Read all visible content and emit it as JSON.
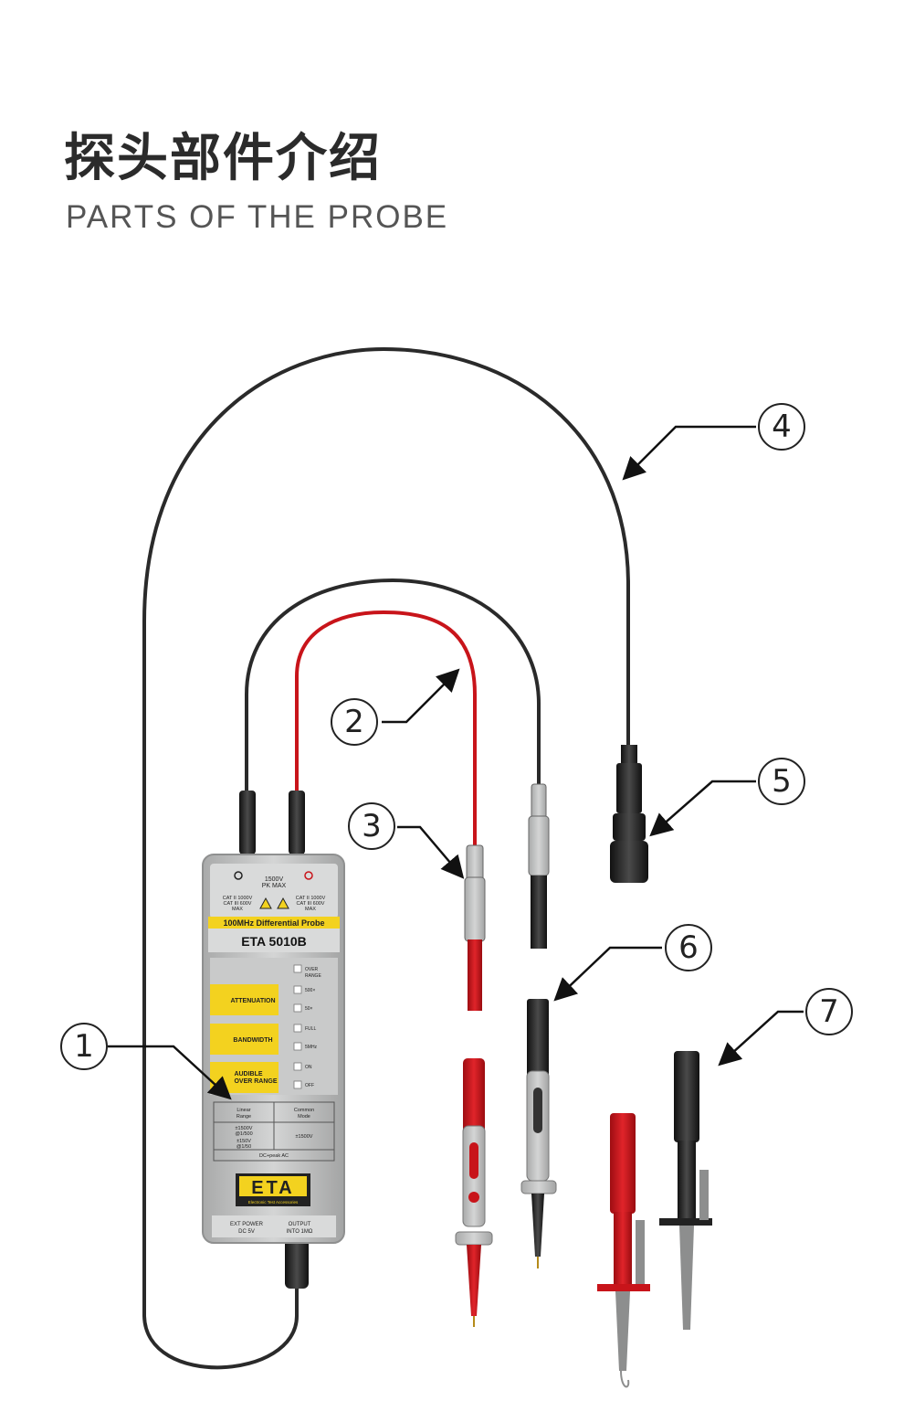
{
  "header": {
    "title_cn": "探头部件介绍",
    "title_en": "PARTS OF THE PROBE"
  },
  "callouts": [
    "1",
    "2",
    "3",
    "4",
    "5",
    "6",
    "7"
  ],
  "device": {
    "top_rating": "1500V",
    "top_rating_sub": "PK MAX",
    "cat_left": "CAT II 1000V",
    "cat_left2": "CAT III 600V",
    "cat_left3": "MAX",
    "cat_right": "CAT II 1000V",
    "cat_right2": "CAT III 600V",
    "cat_right3": "MAX",
    "model_desc": "100MHz Differential Probe",
    "model": "ETA 5010B",
    "switch_labels": [
      "ATTENUATION",
      "BANDWIDTH",
      "AUDIBLE",
      "OVER RANGE"
    ],
    "indicators": [
      "OVER",
      "RANGE",
      "500×",
      "50×",
      "FULL",
      "5MHz",
      "ON",
      "OFF"
    ],
    "table_head_left": "Linear",
    "table_head_left2": "Range",
    "table_head_right": "Common",
    "table_head_right2": "Mode",
    "row1_left": "±1500V",
    "row1_left2": "@1/500",
    "row2_left": "±150V",
    "row2_left2": "@1/50",
    "common_value": "±1500V",
    "table_footer": "DC+peak AC",
    "brand": "ETA",
    "brand_sub": "Electronic Test Accessories",
    "port_left": "EXT POWER",
    "port_left2": "DC 5V",
    "port_right": "OUTPUT",
    "port_right2": "INTO 1MΩ"
  },
  "colors": {
    "red": "#c8141a",
    "black_cable": "#2a2a2a",
    "gray_body": "#bfc0c0",
    "yellow_panel": "#f3d21f"
  }
}
